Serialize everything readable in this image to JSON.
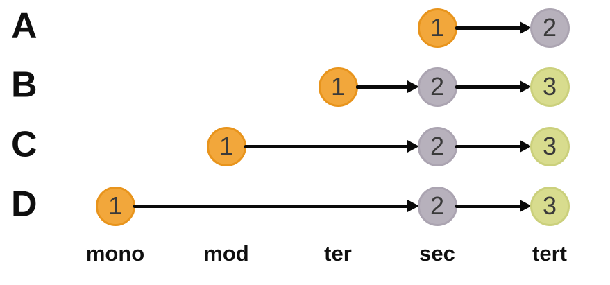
{
  "diagram": {
    "rows": [
      {
        "label": "A",
        "nodes": [
          {
            "value": "1",
            "column": 3,
            "color": "orange"
          },
          {
            "value": "2",
            "column": 4,
            "color": "gray"
          }
        ]
      },
      {
        "label": "B",
        "nodes": [
          {
            "value": "1",
            "column": 2,
            "color": "orange"
          },
          {
            "value": "2",
            "column": 3,
            "color": "gray"
          },
          {
            "value": "3",
            "column": 4,
            "color": "olive"
          }
        ]
      },
      {
        "label": "C",
        "nodes": [
          {
            "value": "1",
            "column": 1,
            "color": "orange"
          },
          {
            "value": "2",
            "column": 3,
            "color": "gray"
          },
          {
            "value": "3",
            "column": 4,
            "color": "olive"
          }
        ]
      },
      {
        "label": "D",
        "nodes": [
          {
            "value": "1",
            "column": 0,
            "color": "orange"
          },
          {
            "value": "2",
            "column": 3,
            "color": "gray"
          },
          {
            "value": "3",
            "column": 4,
            "color": "olive"
          }
        ]
      }
    ],
    "axis_labels": [
      "mono",
      "mod",
      "ter",
      "sec",
      "tert"
    ],
    "colors": {
      "orange": "#F2A73B",
      "orange_edge": "#E8941C",
      "gray": "#B7B1BC",
      "gray_edge": "#ABA4B1",
      "olive": "#D8DC8E",
      "olive_edge": "#CBD07C",
      "line": "#0A0A0A",
      "background": "#FFFFFF"
    }
  }
}
